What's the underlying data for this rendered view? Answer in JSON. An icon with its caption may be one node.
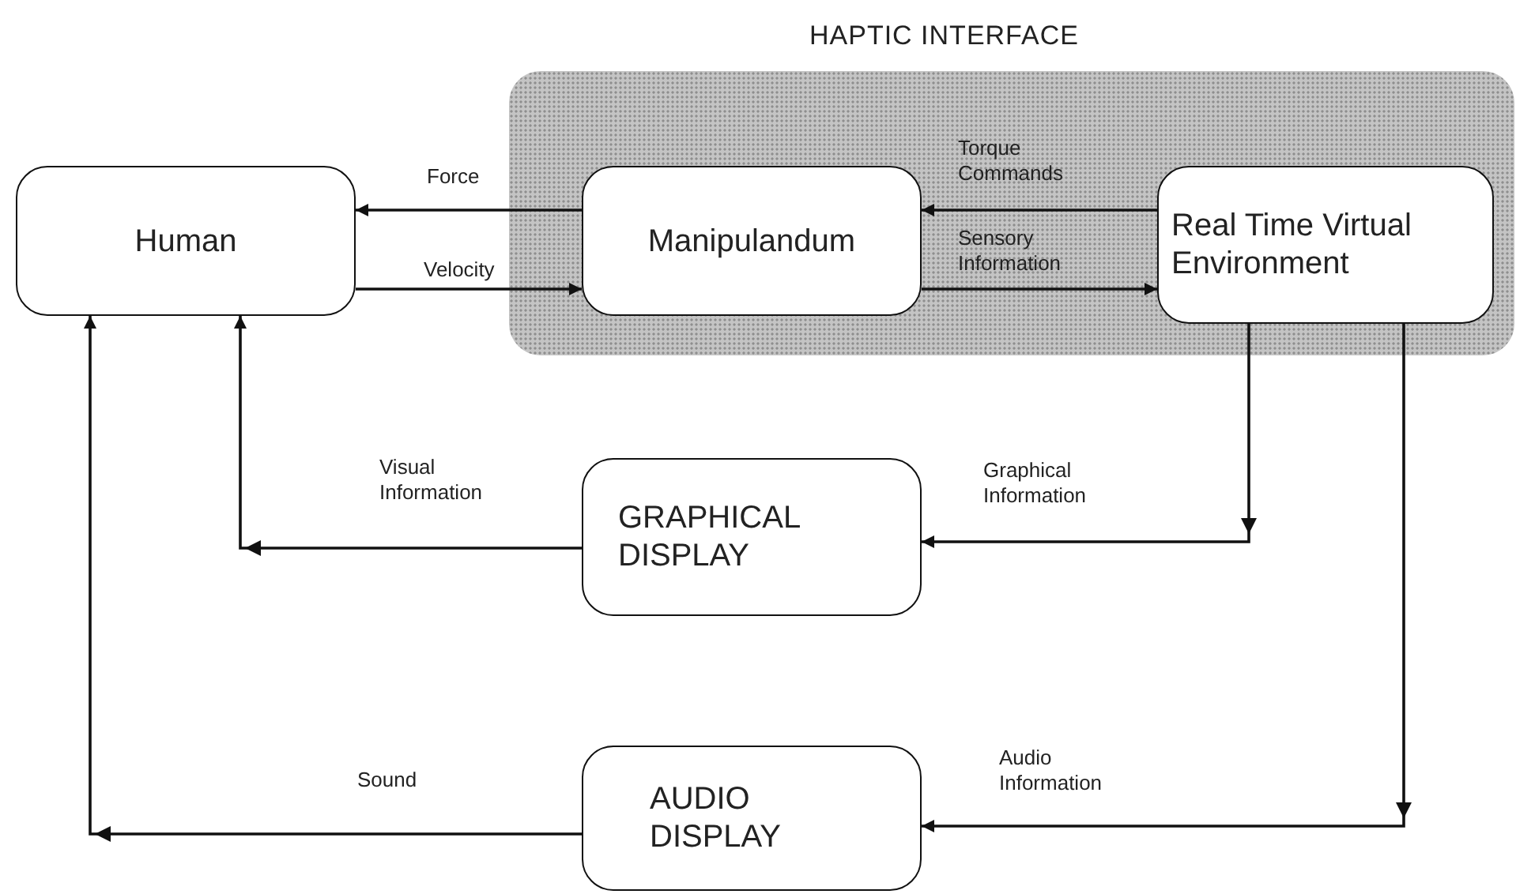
{
  "diagram": {
    "nodes": [
      {
        "text": [
          "HAPTIC INTERFACE"
        ]
      },
      {
        "text": [
          "Human"
        ]
      },
      {
        "text": [
          "Manipulandum"
        ],
        "in": 0
      },
      {
        "text": [
          "Real Time Virtual Environment"
        ],
        "in": 0
      },
      {
        "text": [
          "GRAPHICAL DISPLAY"
        ]
      },
      {
        "text": [
          "AUDIO DISPLAY"
        ]
      }
    ],
    "edges": [
      {
        "from": 2,
        "to": 1,
        "arrow": "to",
        "label": "Force"
      },
      {
        "from": 1,
        "to": 2,
        "arrow": "to",
        "label": "Velocity"
      },
      {
        "from": 3,
        "to": 2,
        "arrow": "to",
        "label": "Torque Commands"
      },
      {
        "from": 2,
        "to": 3,
        "arrow": "to",
        "label": "Sensory Information"
      },
      {
        "from": 3,
        "to": 4,
        "arrow": "to",
        "label": "Graphical Information"
      },
      {
        "from": 3,
        "to": 5,
        "arrow": "to",
        "label": "Audio Information"
      },
      {
        "from": 4,
        "to": 1,
        "arrow": "to",
        "label": "Visual Information"
      },
      {
        "from": 5,
        "to": 1,
        "arrow": "to",
        "label": "Sound"
      }
    ]
  }
}
